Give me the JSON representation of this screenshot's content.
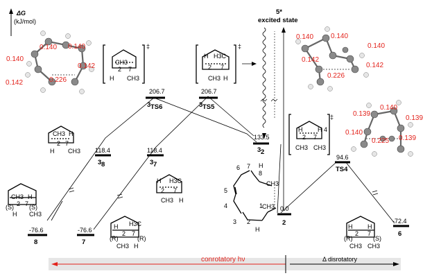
{
  "axis": {
    "label": "ΔG",
    "unit": "(kJ/mol)"
  },
  "levels": [
    {
      "id": "8",
      "value": "-76.6",
      "label": "8"
    },
    {
      "id": "7",
      "value": "-76.6",
      "label": "7"
    },
    {
      "id": "3-8",
      "value": "118.4",
      "label_sup": "3",
      "label": "8"
    },
    {
      "id": "3-7",
      "value": "118.4",
      "label_sup": "3",
      "label": "7"
    },
    {
      "id": "3TS6",
      "value": "206.7",
      "label_sup": "3",
      "label": "TS6"
    },
    {
      "id": "3TS5",
      "value": "206.7",
      "label_sup": "3",
      "label": "TS5"
    },
    {
      "id": "3-2",
      "value": "133.5",
      "label_sup": "3",
      "label": "2"
    },
    {
      "id": "2",
      "value": "0.0",
      "label": "2"
    },
    {
      "id": "TS4",
      "value": "94.6",
      "label": "TS4"
    },
    {
      "id": "6",
      "value": "-72.4",
      "label": "6"
    }
  ],
  "excited_state": {
    "title": "5*",
    "subtitle": "excited state"
  },
  "bond_lengths": {
    "top_left": [
      "0.140",
      "0.140",
      "0.140",
      "0.142",
      "0.142",
      "0.226"
    ],
    "top_right": [
      "0.140",
      "0.140",
      "0.140",
      "0.142",
      "0.142",
      "0.226"
    ],
    "mid_right": [
      "0.139",
      "0.140",
      "0.139",
      "0.140",
      "0.139",
      "0.225"
    ]
  },
  "structure_labels": {
    "ts_dagger": "‡",
    "locants": [
      "2",
      "7"
    ],
    "cot_locants": [
      "1",
      "2",
      "3",
      "4",
      "5",
      "6",
      "7",
      "8"
    ],
    "ch3": "CH3",
    "h3c": "H3C",
    "h": "H",
    "stereo_s": "(S)",
    "stereo_r": "(R)"
  },
  "bottom_bar": {
    "left_label": "conrotatory   hν",
    "right_label": "Δ    disrotatory"
  },
  "colors": {
    "red": "#e3231c",
    "bar": "#e6e6e6",
    "level": "#000000"
  }
}
